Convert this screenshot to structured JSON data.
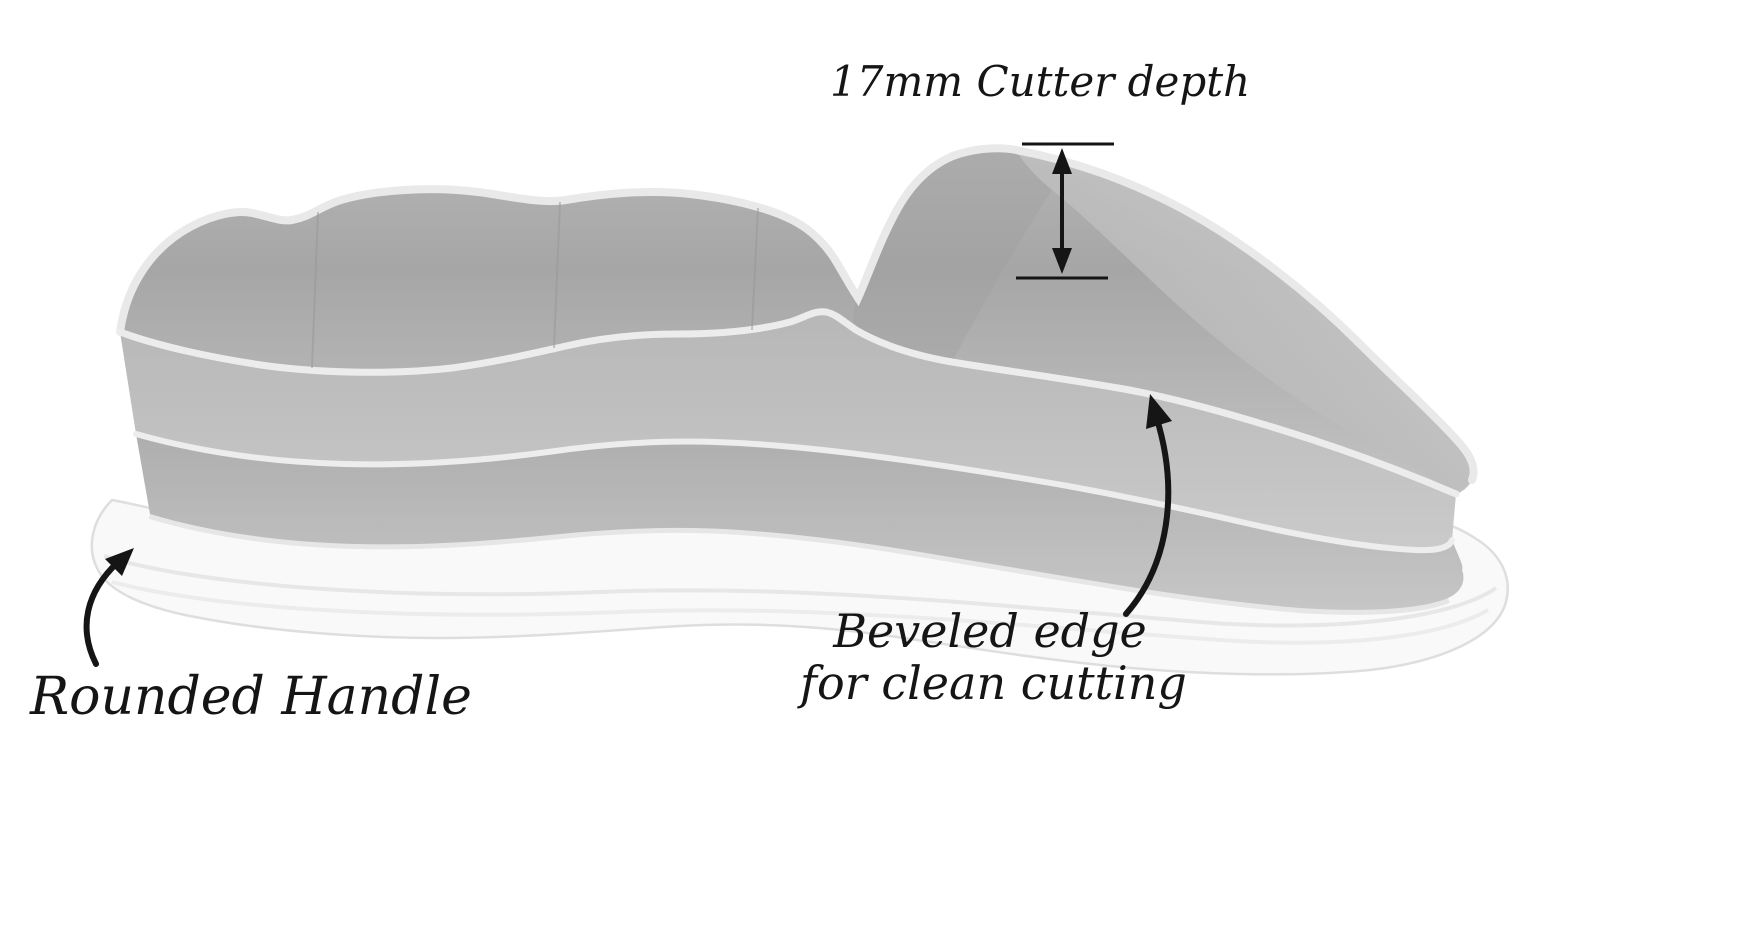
{
  "annotations": {
    "cutter_depth": {
      "label": "17mm Cutter depth"
    },
    "rounded_handle": {
      "label": "Rounded Handle"
    },
    "beveled_edge": {
      "line1": "Beveled edge",
      "line2": "for clean cutting"
    }
  },
  "render": {
    "object": "cookie-cutter-3d-render",
    "colors": {
      "background": "#ffffff",
      "wall_gray": "#b0b0b0",
      "rim_highlight": "#e9e9e9",
      "base_white": "#f9f9f9",
      "annotation_ink": "#151515"
    }
  }
}
